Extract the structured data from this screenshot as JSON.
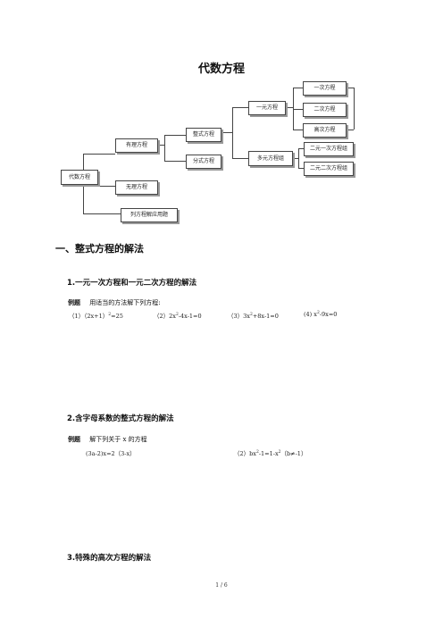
{
  "title": "代数方程",
  "diagram": {
    "root": "代数方程",
    "rational": "有理方程",
    "irrational": "无理方程",
    "word_problem": "列方程解应用题",
    "polynomial": "整式方程",
    "fractional": "分式方程",
    "one_var": "一元方程",
    "multi_var": "多元方程组",
    "linear": "一次方程",
    "quadratic": "二次方程",
    "higher": "高次方程",
    "lin_system": "二元一次方程组",
    "quad_system": "二元二次方程组"
  },
  "section1": {
    "heading": "一、整式方程的解法"
  },
  "sub1": {
    "heading": "1.一元一次方程和一元二次方程的解法",
    "example_label": "例题",
    "example_text": "用适当的方法解下列方程:",
    "eq1_a": "（1）（2x+1）",
    "eq1_sup": "2",
    "eq1_b": "=25",
    "eq2_a": "（2）2x",
    "eq2_sup": "2",
    "eq2_b": "-4x-1=0",
    "eq3_a": "（3）3x",
    "eq3_sup": "2",
    "eq3_b": "+8x-1=0",
    "eq4_a": "(4) x",
    "eq4_sup": "2",
    "eq4_b": "-9x=0"
  },
  "sub2": {
    "heading": "2.含字母系数的整式方程的解法",
    "example_label": "例题",
    "example_text": "解下列关于 x 的方程",
    "eq1": "(3a-2)x=2（3-x）",
    "eq2_a": "（2）bx",
    "eq2_sup1": "2",
    "eq2_b": "-1=1-x",
    "eq2_sup2": "2",
    "eq2_c": "（b≠-1）"
  },
  "sub3": {
    "heading": "3.特殊的高次方程的解法"
  },
  "footer": "1 / 6"
}
